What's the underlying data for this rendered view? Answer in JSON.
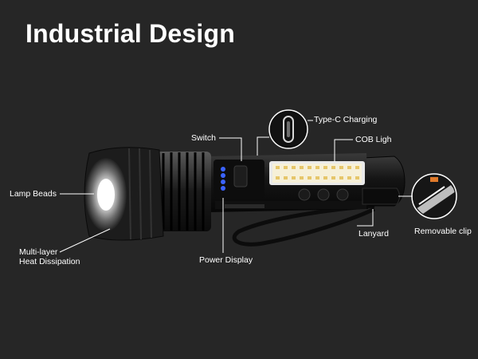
{
  "title": "Industrial Design",
  "labels": {
    "type_c_charging": "Type-C Charging",
    "switch": "Switch",
    "cob_light": "COB Ligh",
    "lamp_beads": "Lamp Beads",
    "multi_layer_line1": "Multi-layer",
    "multi_layer_line2": "Heat Dissipation",
    "power_display": "Power Display",
    "lanyard": "Lanyard",
    "removable_clip": "Removable clip"
  },
  "colors": {
    "background": "#262626",
    "body": "#141414",
    "led": "#f6f0d8",
    "power_indicator": "#3b63ff",
    "callout": "#ffffff"
  }
}
